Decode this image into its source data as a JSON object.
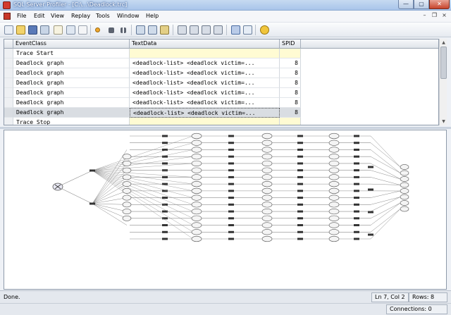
{
  "window": {
    "title": "SQL Server Profiler - [C:\\...\\Deadlock.trc]",
    "controls": {
      "minimize": "—",
      "maximize": "▢",
      "close": "✕"
    }
  },
  "menu": {
    "items": [
      "File",
      "Edit",
      "View",
      "Replay",
      "Tools",
      "Window",
      "Help"
    ],
    "controls": {
      "minimize": "–",
      "restore": "❐",
      "close": "×"
    }
  },
  "grid": {
    "columns": [
      "EventClass",
      "TextData",
      "SPID"
    ],
    "rows": [
      {
        "event": "Trace Start",
        "text": "",
        "spid": ""
      },
      {
        "event": "Deadlock graph",
        "text": "<deadlock-list>  <deadlock victim=...",
        "spid": "8"
      },
      {
        "event": "Deadlock graph",
        "text": "<deadlock-list>  <deadlock victim=...",
        "spid": "8"
      },
      {
        "event": "Deadlock graph",
        "text": "<deadlock-list>  <deadlock victim=...",
        "spid": "8"
      },
      {
        "event": "Deadlock graph",
        "text": "<deadlock-list>  <deadlock victim=...",
        "spid": "8"
      },
      {
        "event": "Deadlock graph",
        "text": "<deadlock-list>  <deadlock victim=...",
        "spid": "8"
      },
      {
        "event": "Deadlock graph",
        "text": "<deadlock-list>  <deadlock victim=...",
        "spid": "8"
      },
      {
        "event": "Trace Stop",
        "text": "",
        "spid": ""
      }
    ],
    "selected_row": 6
  },
  "status": {
    "text": "Done.",
    "position": "Ln 7, Col 2",
    "rows": "Rows: 8",
    "connections": "Connections: 0"
  },
  "colors": {
    "accent": "#316ac5",
    "selected_row": "#d9dde2",
    "highlight_cell": "#fffbd3"
  },
  "icons": {
    "toolbar": [
      "new-trace-icon",
      "open-icon",
      "save-icon",
      "properties-icon",
      "find-icon",
      "clear-icon",
      "run-icon",
      "stop-icon",
      "pause-icon",
      "step-icon",
      "breakpoint-icon",
      "run-to-cursor-icon",
      "properties2-icon",
      "columns-icon",
      "filter-icon",
      "events-icon",
      "monitor-icon",
      "template-icon",
      "help-icon"
    ]
  }
}
